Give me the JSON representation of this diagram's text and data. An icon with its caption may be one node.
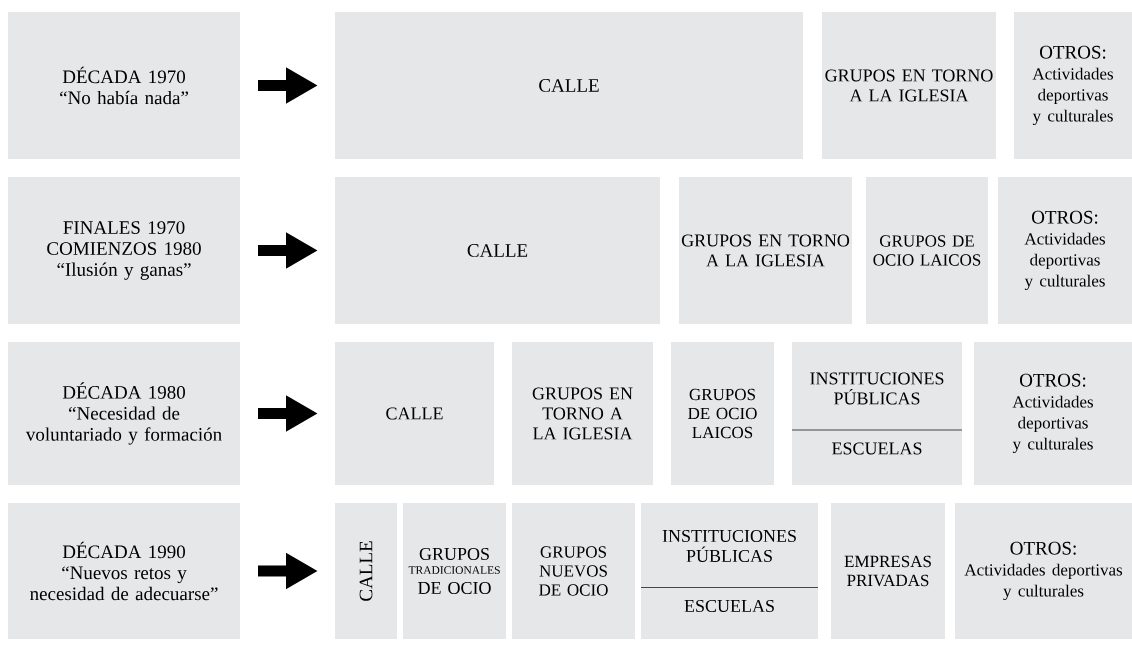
{
  "diagram": {
    "nodes": [
      {
        "text": [
          "DÉCADA 1970",
          "“No había nada”"
        ]
      },
      {
        "text": [
          "CALLE"
        ]
      },
      {
        "text": [
          "GRUPOS EN TORNO A LA IGLESIA"
        ]
      },
      {
        "text": [
          "OTROS:",
          "Actividades deportivas y culturales"
        ]
      },
      {
        "text": [
          "FINALES 1970 COMIENZOS 1980",
          "“Ilusión y ganas”"
        ]
      },
      {
        "text": [
          "CALLE"
        ]
      },
      {
        "text": [
          "GRUPOS EN TORNO A LA IGLESIA"
        ]
      },
      {
        "text": [
          "GRUPOS DE OCIO LAICOS"
        ]
      },
      {
        "text": [
          "OTROS:",
          "Actividades deportivas y culturales"
        ]
      },
      {
        "text": [
          "DÉCADA 1980",
          "“Necesidad de voluntariado y formación"
        ]
      },
      {
        "text": [
          "CALLE"
        ]
      },
      {
        "text": [
          "GRUPOS EN TORNO A LA IGLESIA"
        ]
      },
      {
        "text": [
          "GRUPOS DE OCIO LAICOS"
        ]
      },
      {
        "text": [
          "INSTITUCIONES PÚBLICAS",
          "ESCUELAS"
        ]
      },
      {
        "text": [
          "OTROS:",
          "Actividades deportivas y culturales"
        ]
      },
      {
        "text": [
          "DÉCADA 1990",
          "“Nuevos retos y necesidad de adecuarse”"
        ]
      },
      {
        "text": [
          "CALLE"
        ]
      },
      {
        "text": [
          "GRUPOS",
          "TRADICIONALES",
          "DE OCIO"
        ]
      },
      {
        "text": [
          "GRUPOS NUEVOS DE OCIO"
        ]
      },
      {
        "text": [
          "INSTITUCIONES PÚBLICAS",
          "ESCUELAS"
        ]
      },
      {
        "text": [
          "EMPRESAS PRIVADAS"
        ]
      },
      {
        "text": [
          "OTROS:",
          "Actividades deportivas y culturales"
        ]
      }
    ],
    "edges": [
      {
        "from": 0,
        "to": 1,
        "arrow": "to"
      },
      {
        "from": 4,
        "to": 5,
        "arrow": "to"
      },
      {
        "from": 9,
        "to": 10,
        "arrow": "to"
      },
      {
        "from": 15,
        "to": 16,
        "arrow": "to"
      }
    ]
  }
}
